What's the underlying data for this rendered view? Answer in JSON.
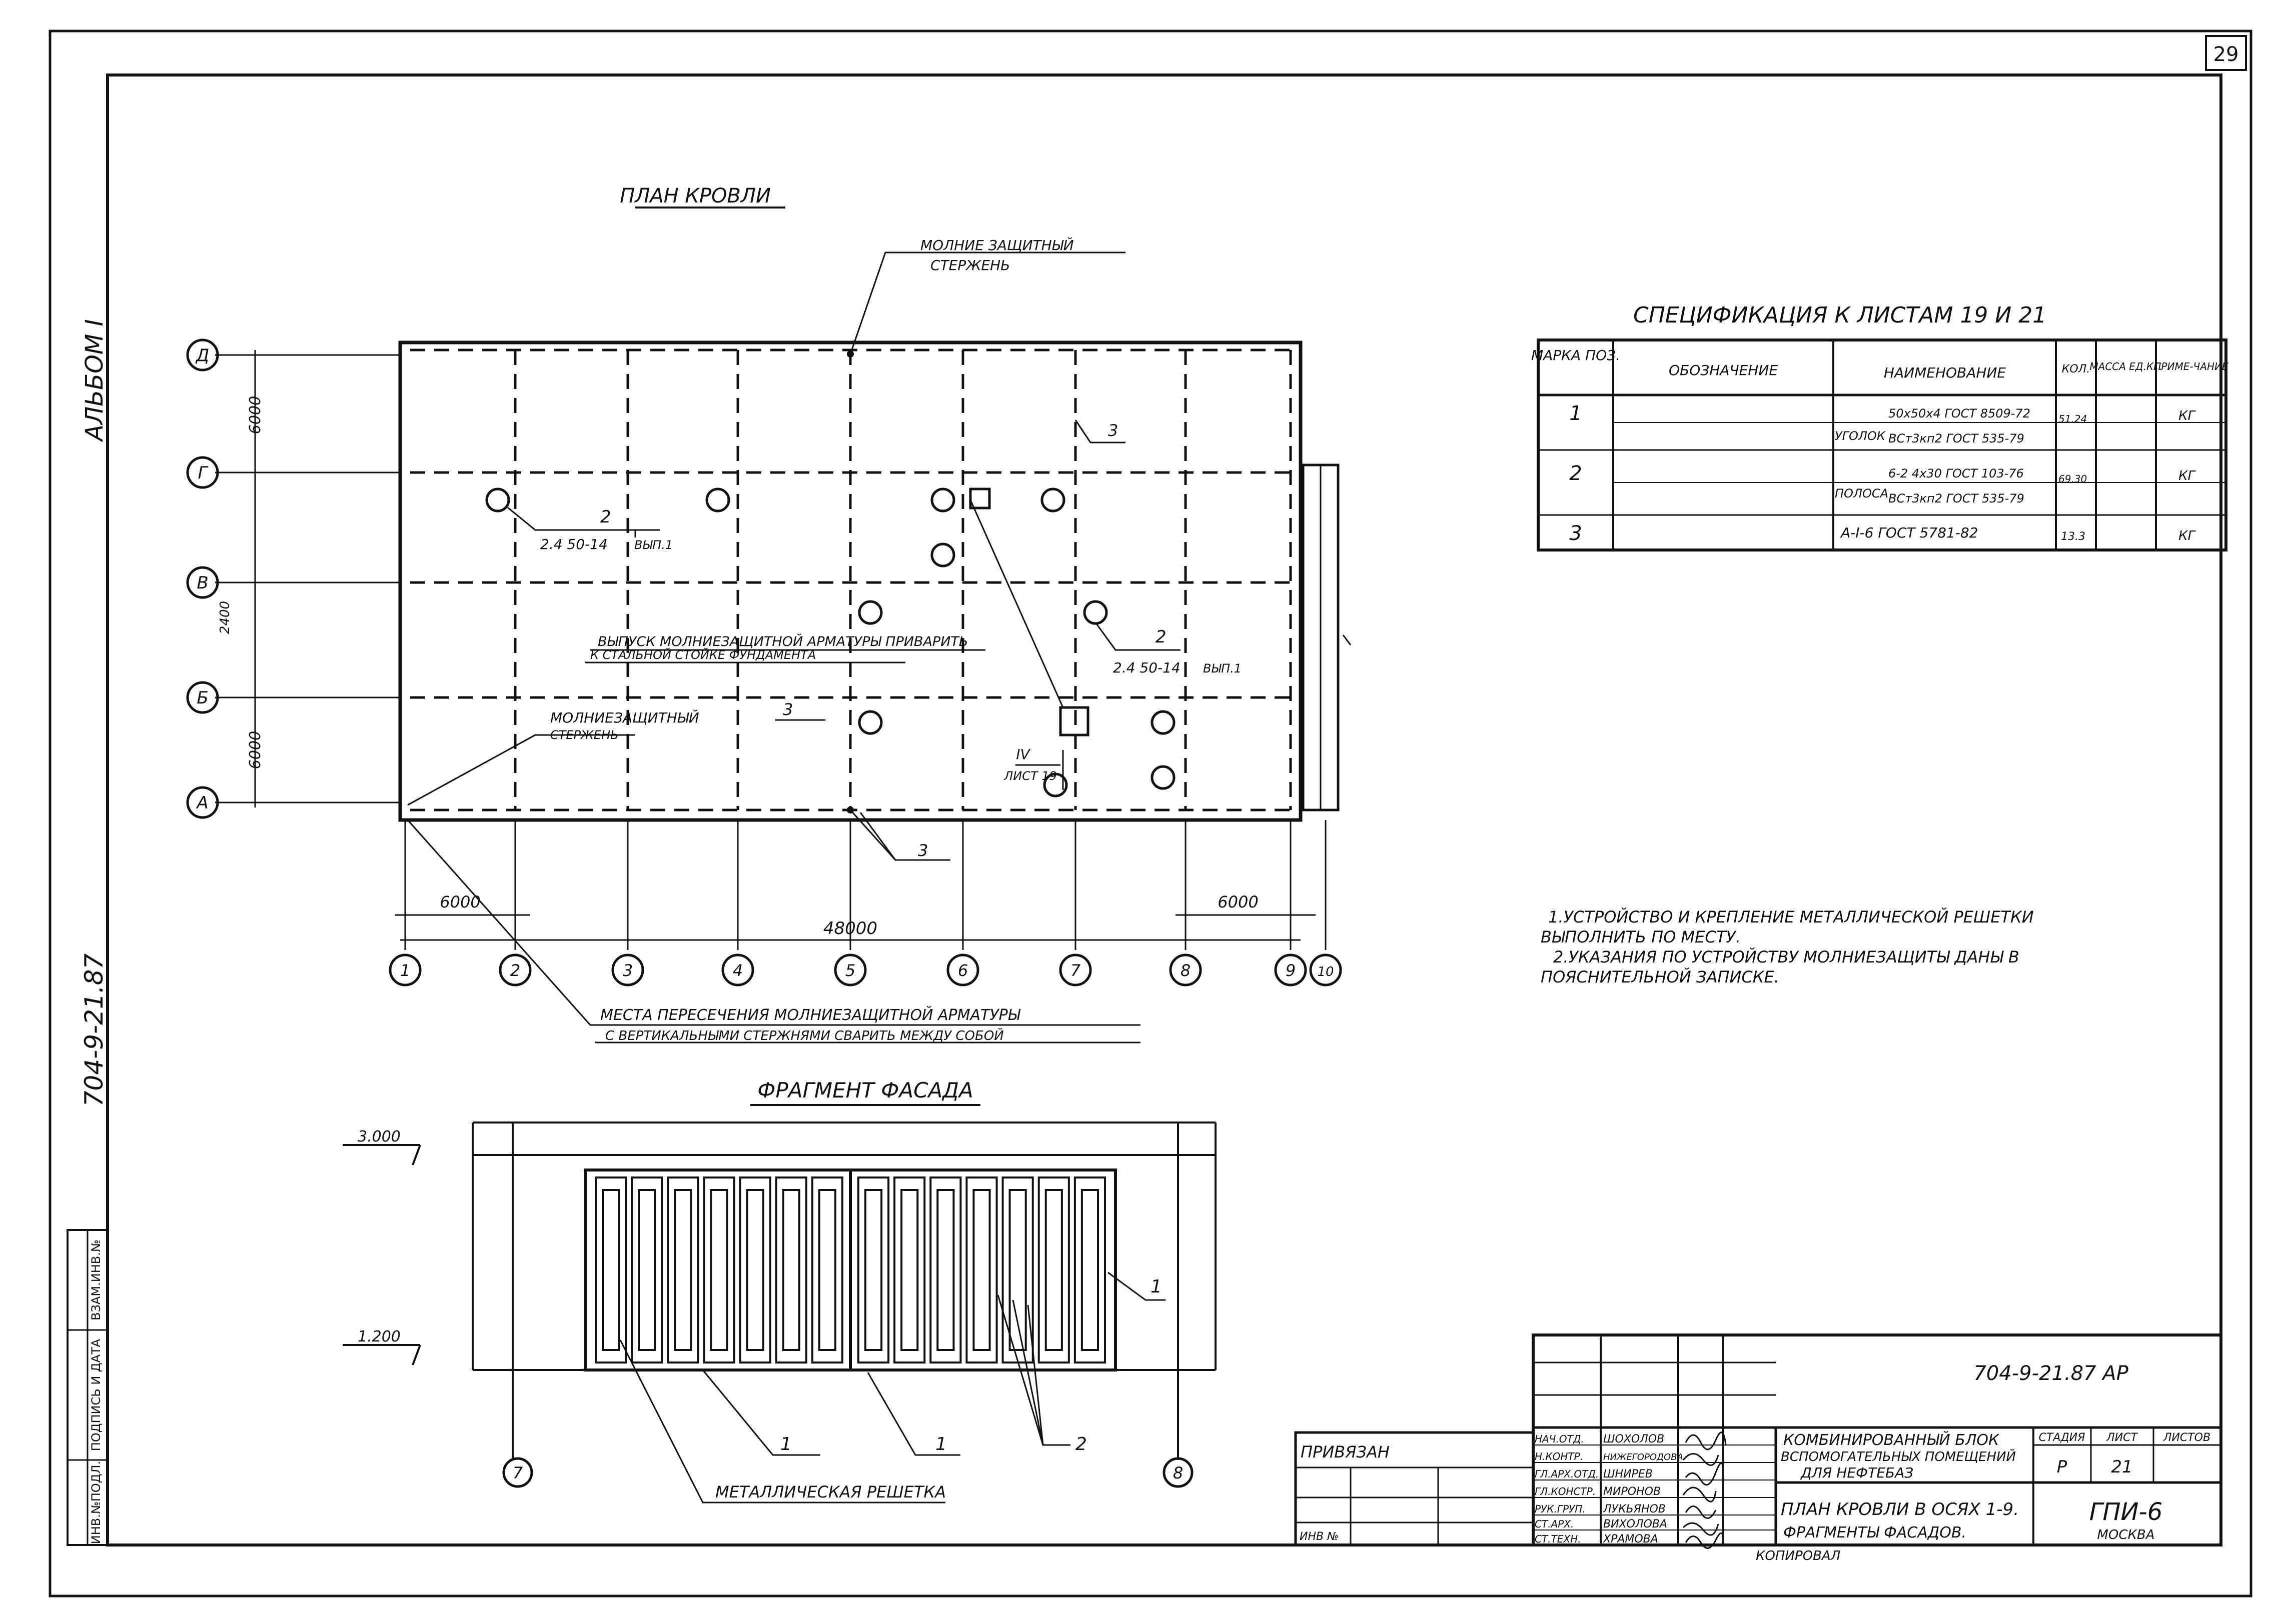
{
  "sheet_number": "29",
  "album_label": "АЛЬБОМ I",
  "side_code": "704-9-21.87",
  "roof_plan": {
    "title": "ПЛАН КРОВЛИ",
    "axes_letters": [
      "Д",
      "Г",
      "В",
      "Б",
      "А"
    ],
    "axes_numbers": [
      "1",
      "2",
      "3",
      "4",
      "5",
      "6",
      "7",
      "8",
      "9",
      "10"
    ],
    "dim_dg": "6000",
    "dim_bv": "2400",
    "dim_ab": "6000",
    "dim_left": "6000",
    "dim_total": "48000",
    "dim_right": "6000",
    "note_rod_top_1": "МОЛНИЕ ЗАЩИТНЫЙ",
    "note_rod_top_2": "СТЕРЖЕНЬ",
    "note_rod_left_1": "МОЛНИЕЗАЩИТНЫЙ",
    "note_rod_left_2": "СТЕРЖЕНЬ",
    "note_exit_1": "ВЫПУСК МОЛНИЕЗАЩИТНОЙ АРМАТУРЫ ПРИВАРИТЬ",
    "note_exit_2": "К СТАЛЬНОЙ СТОЙКЕ ФУНДАМЕНТА",
    "note_cross_1": "МЕСТА ПЕРЕСЕЧЕНИЯ МОЛНИЕЗАЩИТНОЙ АРМАТУРЫ",
    "note_cross_2": "С ВЕРТИКАЛЬНЫМИ СТЕРЖНЯМИ СВАРИТЬ МЕЖДУ СОБОЙ",
    "callout_2": "2",
    "callout_3": "3",
    "ref_left": "2.4 50-14",
    "ref_left_note": "ВЫП.1",
    "ref_right": "2.4 50-14",
    "ref_right_note": "ВЫП.1",
    "node_ref": "IV",
    "node_sheet": "ЛИСТ 19"
  },
  "spec": {
    "title": "СПЕЦИФИКАЦИЯ К ЛИСТАМ 19 И 21",
    "headers": [
      "МАРКА ПОЗ.",
      "ОБОЗНАЧЕНИЕ",
      "НАИМЕНОВАНИЕ",
      "КОЛ.",
      "МАССА ЕД.КГ.",
      "ПРИМЕ-ЧАНИЕ"
    ],
    "rows": [
      {
        "pos": "1",
        "designation": "",
        "name_label": "УГОЛОК",
        "name_1": "50х50х4 ГОСТ 8509-72",
        "name_2": "ВСт3кп2 ГОСТ 535-79",
        "qty": "51.24",
        "mass": "",
        "note": "КГ"
      },
      {
        "pos": "2",
        "designation": "",
        "name_label": "ПОЛОСА",
        "name_1": "6-2 4х30 ГОСТ 103-76",
        "name_2": "ВСт3кп2 ГОСТ 535-79",
        "qty": "69.30",
        "mass": "",
        "note": "КГ"
      },
      {
        "pos": "3",
        "designation": "",
        "name_label": "",
        "name_1": "А-I-6 ГОСТ 5781-82",
        "name_2": "",
        "qty": "13.3",
        "mass": "",
        "note": "КГ"
      }
    ]
  },
  "notes": {
    "n1a": "1.УСТРОЙСТВО И КРЕПЛЕНИЕ МЕТАЛЛИЧЕСКОЙ РЕШЕТКИ",
    "n1b": "ВЫПОЛНИТЬ ПО МЕСТУ.",
    "n2a": "2.УКАЗАНИЯ ПО УСТРОЙСТВУ МОЛНИЕЗАЩИТЫ ДАНЫ В",
    "n2b": "ПОЯСНИТЕЛЬНОЙ ЗАПИСКЕ."
  },
  "facade": {
    "title": "ФРАГМЕНТ ФАСАДА",
    "level_top": "3.000",
    "level_bottom": "1.200",
    "axis_left": "7",
    "axis_right": "8",
    "callout_1": "1",
    "callout_2": "2",
    "grille_label": "МЕТАЛЛИЧЕСКАЯ РЕШЕТКА"
  },
  "stamp": {
    "code": "704-9-21.87 АР",
    "privyazan": "ПРИВЯЗАН",
    "inv_no": "ИНВ №",
    "roles": [
      "НАЧ.ОТД.",
      "Н.КОНТР.",
      "ГЛ.АРХ.ОТД.",
      "ГЛ.КОНСТР.",
      "РУК.ГРУП.",
      "СТ.АРХ.",
      "СТ.ТЕХН."
    ],
    "names": [
      "ШОХОЛОВ",
      "НИЖЕГОРОДОВА",
      "ШНИРЕВ",
      "МИРОНОВ",
      "ЛУКЬЯНОВ",
      "ВИХОЛОВА",
      "ХРАМОВА"
    ],
    "project_1": "КОМБИНИРОВАННЫЙ БЛОК",
    "project_2": "ВСПОМОГАТЕЛЬНЫХ ПОМЕЩЕНИЙ",
    "project_3": "ДЛЯ НЕФТЕБАЗ",
    "sheet_title_1": "ПЛАН КРОВЛИ В ОСЯХ 1-9.",
    "sheet_title_2": "ФРАГМЕНТЫ ФАСАДОВ.",
    "h_stage": "СТАДИЯ",
    "h_sheet": "ЛИСТ",
    "h_sheets": "ЛИСТОВ",
    "stage": "Р",
    "sheet": "21",
    "sheets": "",
    "org": "ГПИ-6",
    "city": "МОСКВА",
    "copied": "КОПИРОВАЛ"
  },
  "left_strip": [
    "ИНВ.№ПОДЛ.",
    "ПОДПИСЬ И ДАТА",
    "ВЗАМ.ИНВ.№"
  ]
}
